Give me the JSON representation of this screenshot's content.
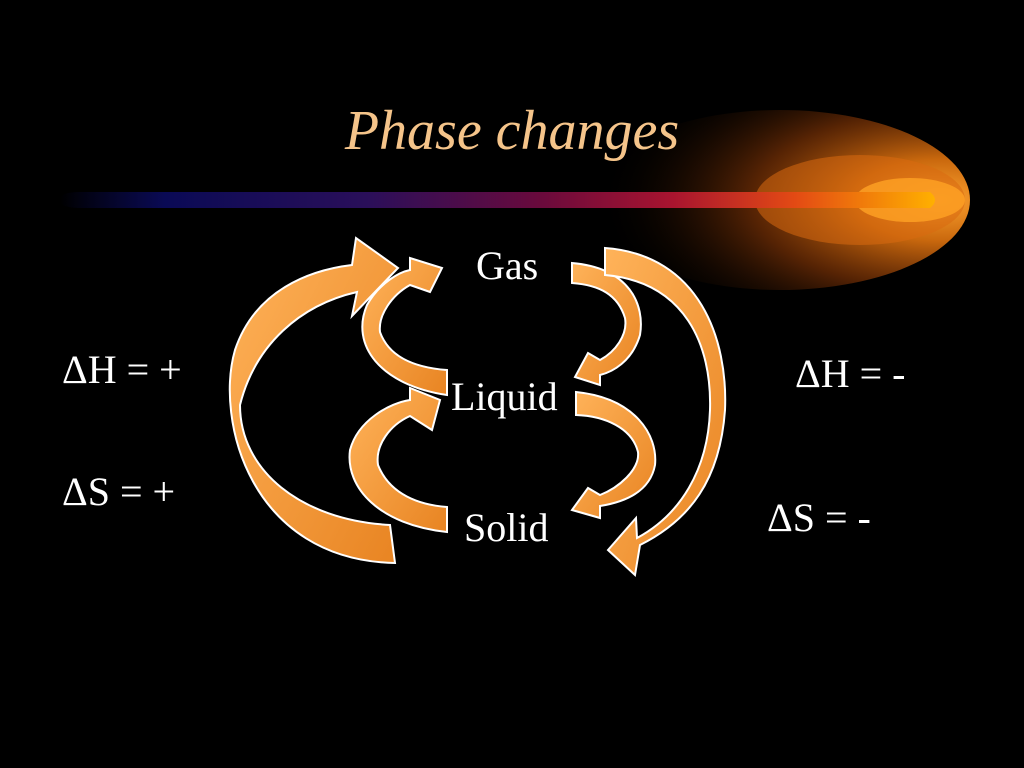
{
  "slide": {
    "title": "Phase changes"
  },
  "states": {
    "gas": "Gas",
    "liquid": "Liquid",
    "solid": "Solid"
  },
  "endothermic": {
    "delta_h": "ΔH = +",
    "delta_s": "ΔS = +"
  },
  "exothermic": {
    "delta_h": "ΔH = -",
    "delta_s": "ΔS = -"
  },
  "colors": {
    "background": "#000000",
    "title": "#f5c48a",
    "arrow_fill": "#f39a3a",
    "arrow_outline": "#ffffff",
    "text": "#ffffff"
  }
}
